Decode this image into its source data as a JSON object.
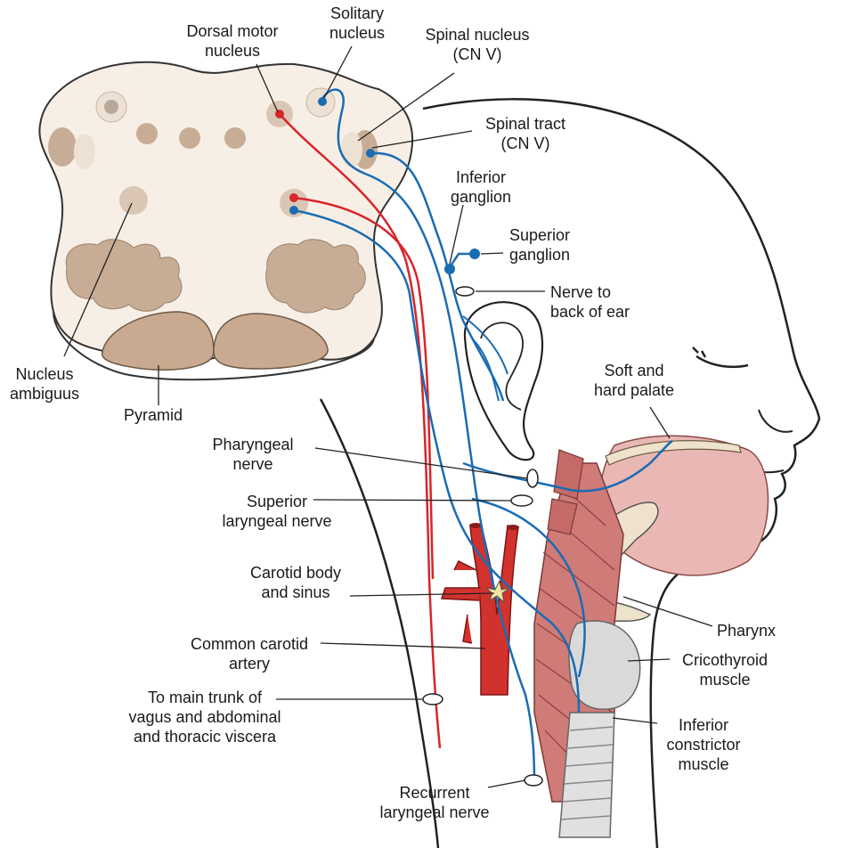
{
  "labels": {
    "dorsal_motor_nucleus": [
      "Dorsal motor",
      "nucleus"
    ],
    "solitary_nucleus": [
      "Solitary",
      "nucleus"
    ],
    "spinal_nucleus": [
      "Spinal nucleus",
      "(CN V)"
    ],
    "spinal_tract": [
      "Spinal tract",
      "(CN V)"
    ],
    "inferior_ganglion": [
      "Inferior",
      "ganglion"
    ],
    "superior_ganglion": [
      "Superior",
      "ganglion"
    ],
    "nerve_to_back_of_ear": [
      "Nerve to",
      "back of ear"
    ],
    "soft_and_hard_palate": [
      "Soft and",
      "hard palate"
    ],
    "nucleus_ambiguus": [
      "Nucleus",
      "ambiguus"
    ],
    "pyramid": [
      "Pyramid"
    ],
    "pharyngeal_nerve": [
      "Pharyngeal",
      "nerve"
    ],
    "superior_laryngeal_nerve": [
      "Superior",
      "laryngeal nerve"
    ],
    "carotid_body_and_sinus": [
      "Carotid body",
      "and sinus"
    ],
    "common_carotid_artery": [
      "Common carotid",
      "artery"
    ],
    "to_main_trunk": [
      "To main trunk of",
      "vagus and abdominal",
      "and thoracic viscera"
    ],
    "pharynx": [
      "Pharynx"
    ],
    "cricothyroid_muscle": [
      "Cricothyroid",
      "muscle"
    ],
    "inferior_constrictor_muscle": [
      "Inferior",
      "constrictor",
      "muscle"
    ],
    "recurrent_laryngeal_nerve": [
      "Recurrent",
      "laryngeal nerve"
    ]
  },
  "colors": {
    "motor_fiber": "#d7262b",
    "sensory_fiber": "#1a6cb3",
    "medulla_fill": "#f7efe6",
    "gray_matter": "#c8ad96",
    "pyramid_fill": "#c9aa90",
    "artery": "#d2322e",
    "muscle": "#cf7b78",
    "palate": "#eab8b4"
  }
}
